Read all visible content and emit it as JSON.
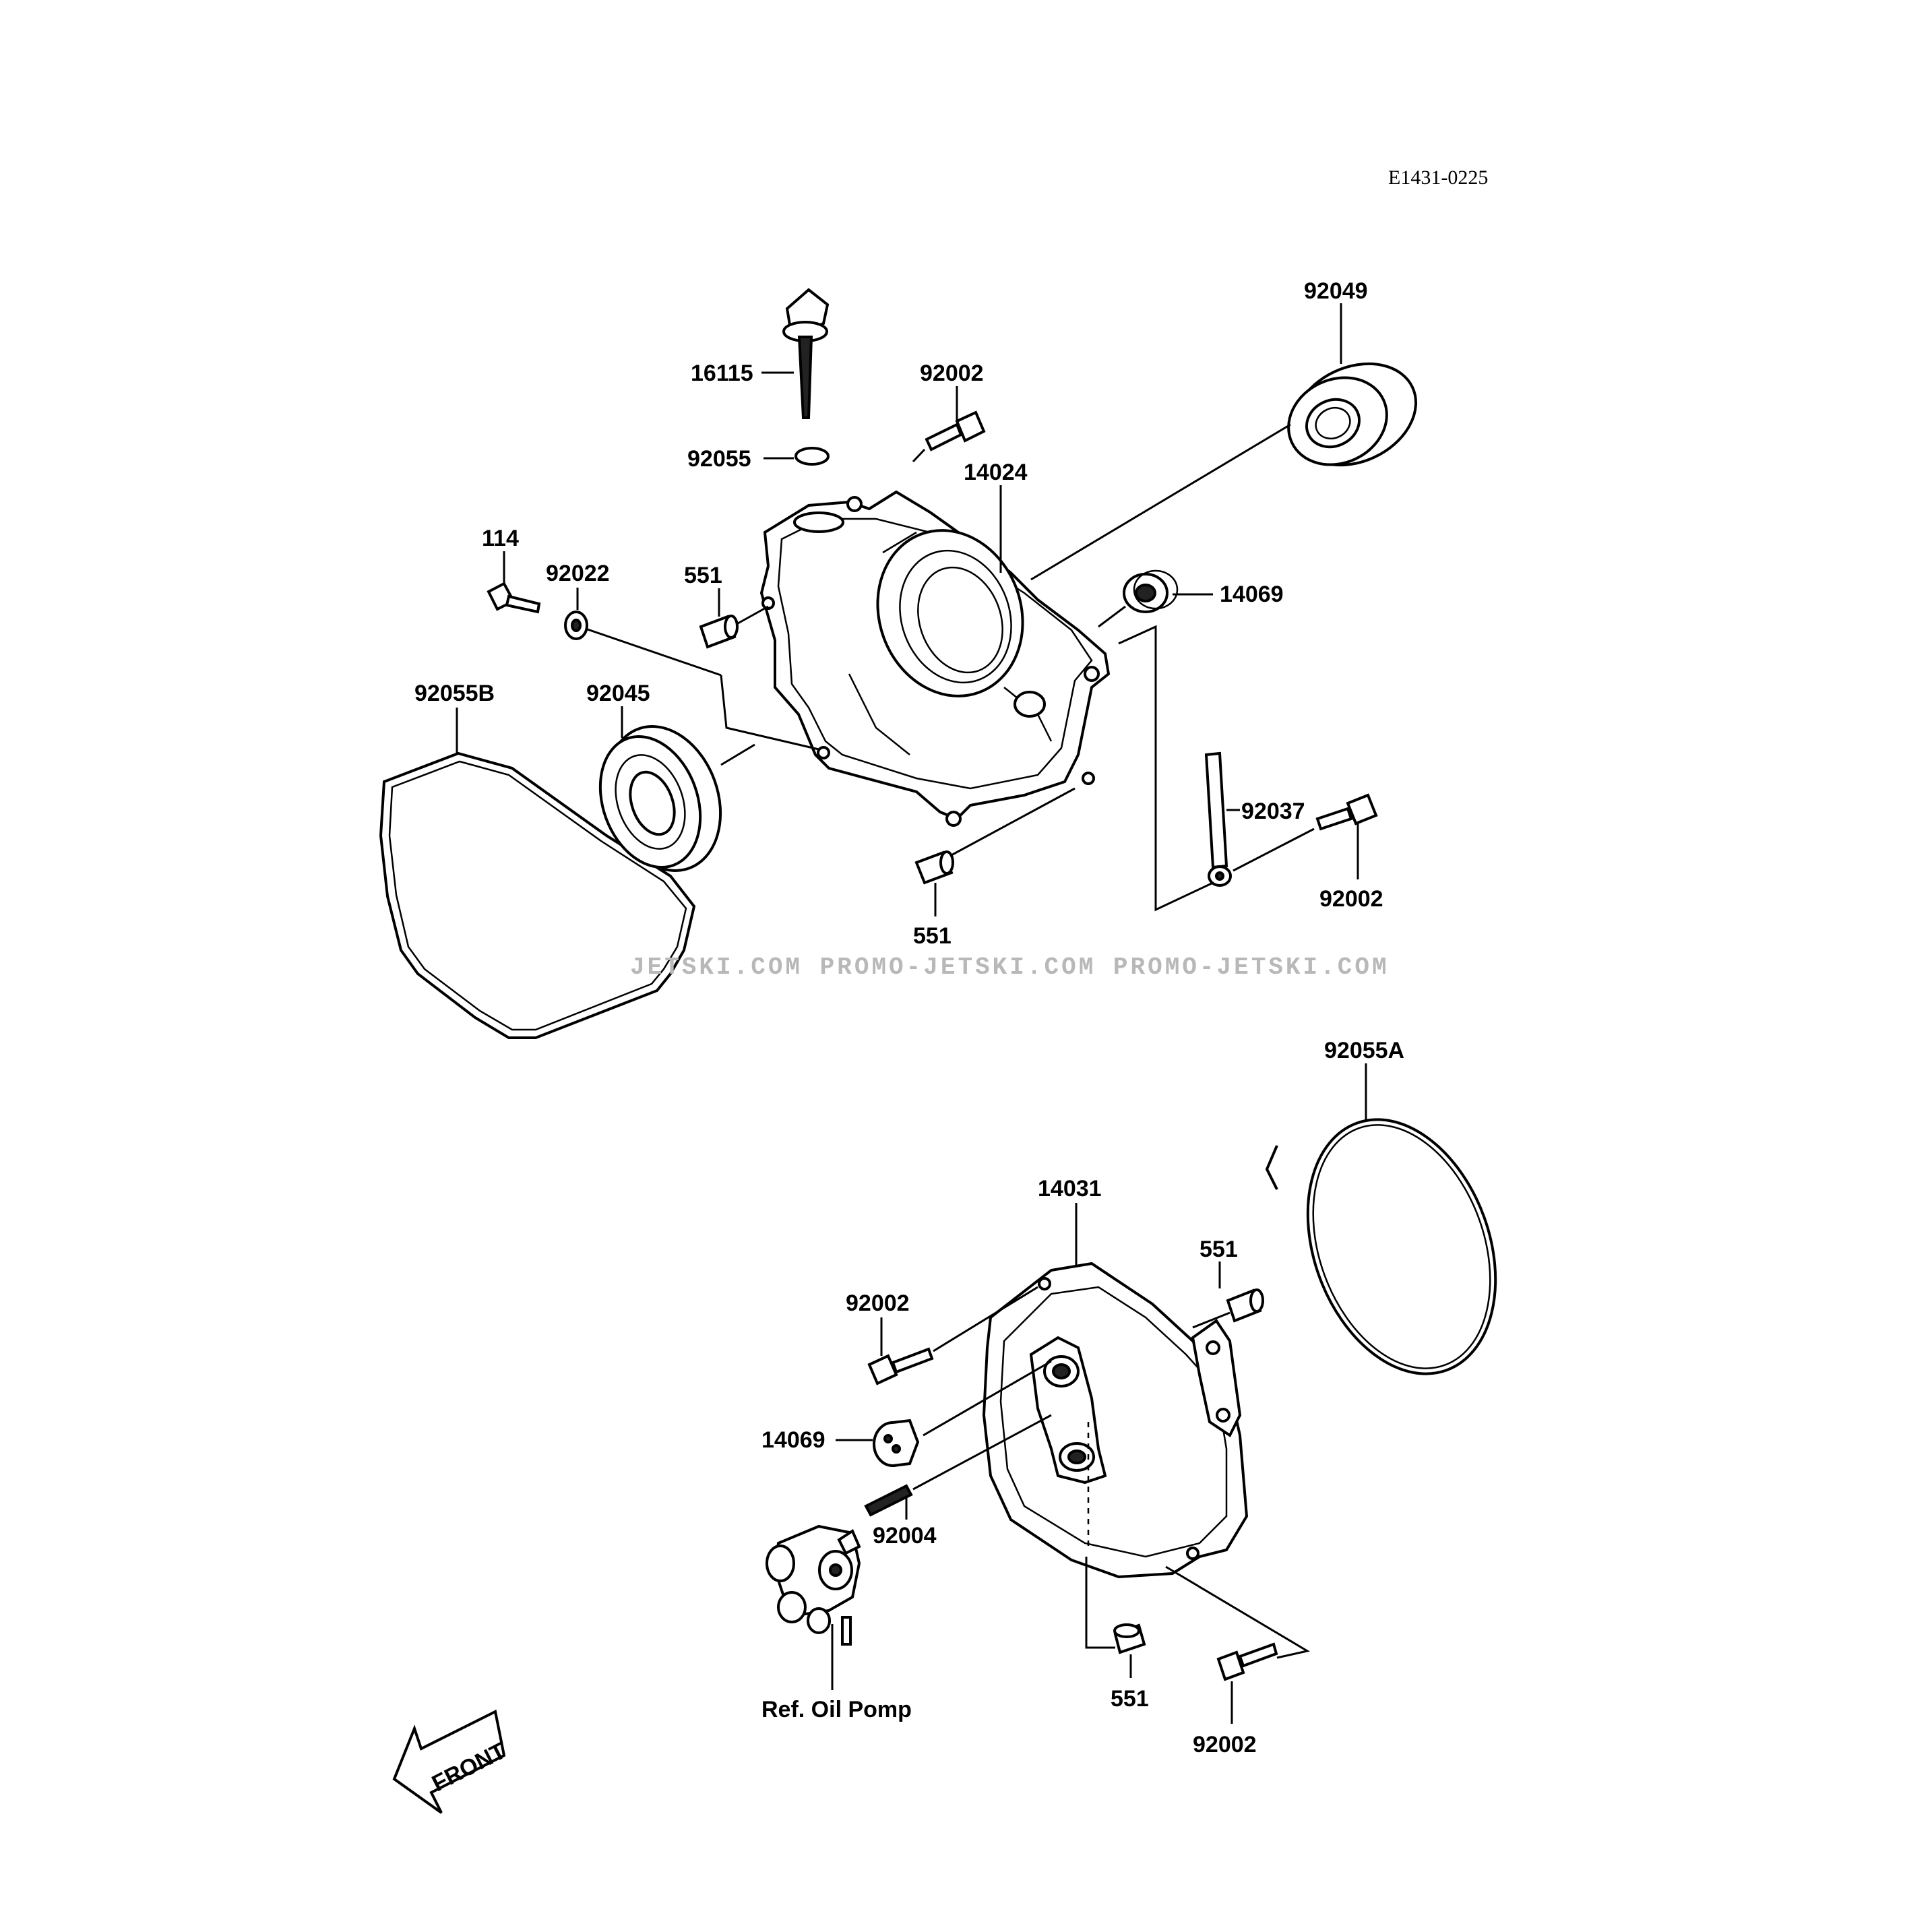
{
  "diagram": {
    "code": "E1431-0225",
    "watermark": "JETSKI.COM   PROMO-JETSKI.COM   PROMO-JETSKI.COM",
    "front_label": "FRONT",
    "labels": {
      "p92049": "92049",
      "p16115": "16115",
      "p92002_top": "92002",
      "p92055": "92055",
      "p14024": "14024",
      "p114": "114",
      "p92022": "92022",
      "p551_top": "551",
      "p14069_top": "14069",
      "p92055B": "92055B",
      "p92045": "92045",
      "p92037": "92037",
      "p92002_right": "92002",
      "p551_mid": "551",
      "p92055A": "92055A",
      "p14031": "14031",
      "p551_right": "551",
      "p92002_left": "92002",
      "p14069_bottom": "14069",
      "p92004": "92004",
      "ref_oil_pump": "Ref. Oil Pomp",
      "p551_bottom": "551",
      "p92002_bottom": "92002"
    }
  }
}
